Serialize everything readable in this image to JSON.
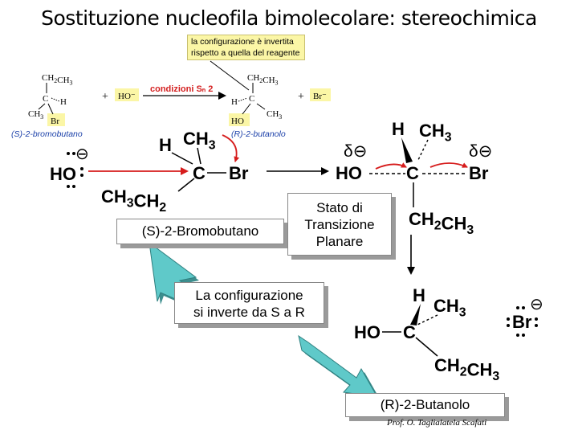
{
  "title": "Sostituzione nucleofila bimolecolare: stereochimica",
  "inset": {
    "note": [
      "la configurazione è invertita",
      "rispetto a quella del reagente"
    ],
    "reactant": {
      "top": "CH2CH3",
      "c": "C",
      "h": "H",
      "ch3": "CH3",
      "br": "Br",
      "label": "(S)-2-bromobutano"
    },
    "plus1": "+",
    "nucleophile": "HO⁻",
    "conditions": "condizioni Sₙ 2",
    "product": {
      "top": "CH2CH3",
      "h": "H",
      "c": "C",
      "ch3": "CH3",
      "ho": "HO",
      "label": "(R)-2-butanolo"
    },
    "plus2": "+",
    "leaving": "Br⁻"
  },
  "reactant": {
    "h": "H",
    "ch3": "CH3",
    "ho": "HO",
    "c": "C",
    "br": "Br",
    "ch3ch2": "CH3CH2",
    "charge": "⊖"
  },
  "transition": {
    "h": "H",
    "ch3": "CH3",
    "ho": "HO",
    "c": "C",
    "br": "Br",
    "ch2ch3": "CH2CH3",
    "delta": "δ⊖"
  },
  "product": {
    "h": "H",
    "ch3": "CH3",
    "ho": "HO",
    "c": "C",
    "ch2ch3": "CH2CH3",
    "br": "Br",
    "charge": "⊖"
  },
  "labels": {
    "reactant_name": "(S)-2-Bromobutano",
    "ts": [
      "Stato di",
      "Transizione",
      "Planare"
    ],
    "inversion": [
      "La configurazione",
      "si inverte da S a R"
    ],
    "product_name": "(R)-2-Butanolo",
    "credit": "Prof. O. Taglialatela Scafati"
  },
  "colors": {
    "red_arrow": "#d61c1c",
    "teal_arrow": "#5fc9c9",
    "inset_red": "#d42020",
    "inset_blue": "#1a3fa8",
    "note_bg": "#fbf6a6"
  }
}
